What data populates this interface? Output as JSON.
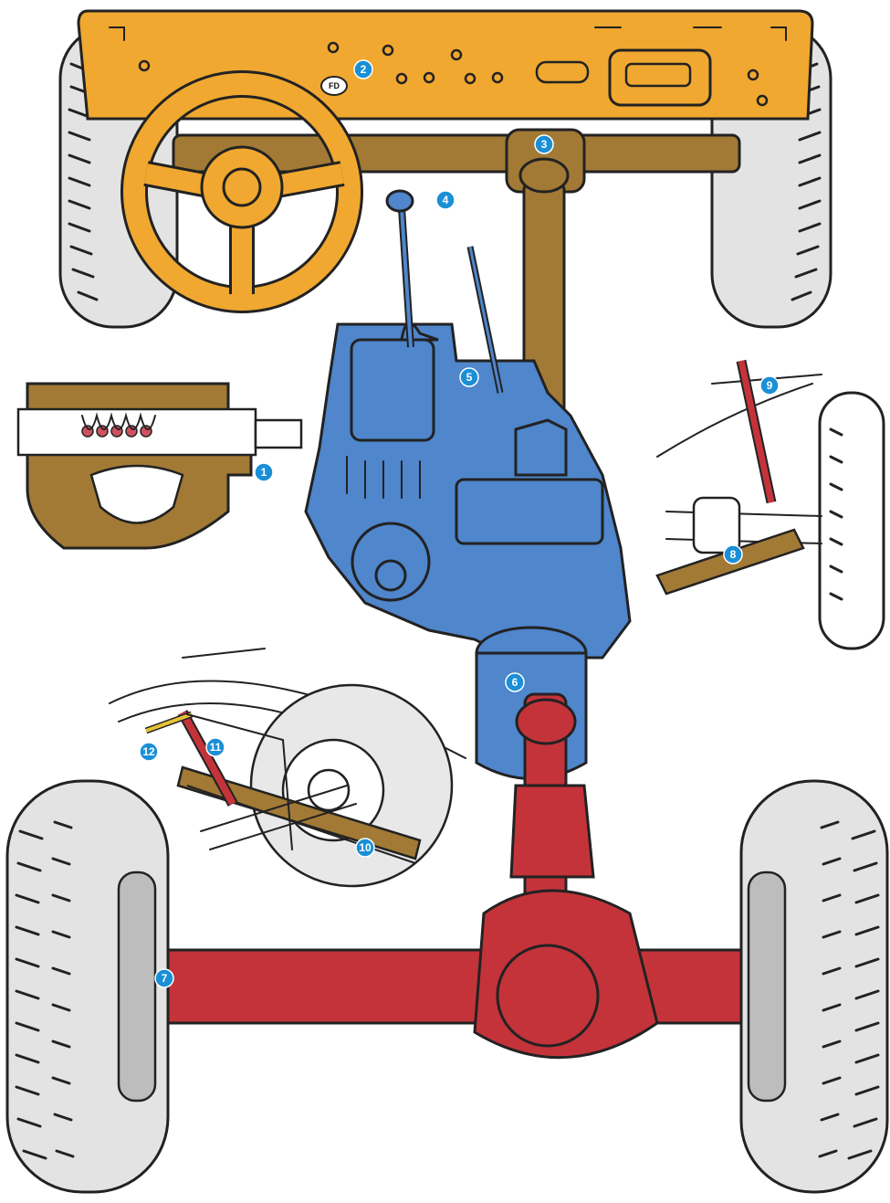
{
  "diagram": {
    "callouts": [
      {
        "id": "1",
        "label": "1"
      },
      {
        "id": "2",
        "label": "2"
      },
      {
        "id": "3",
        "label": "3"
      },
      {
        "id": "4",
        "label": "4"
      },
      {
        "id": "5",
        "label": "5"
      },
      {
        "id": "6",
        "label": "6"
      },
      {
        "id": "7",
        "label": "7"
      },
      {
        "id": "8",
        "label": "8"
      },
      {
        "id": "9",
        "label": "9"
      },
      {
        "id": "10",
        "label": "10"
      },
      {
        "id": "11",
        "label": "11"
      },
      {
        "id": "12",
        "label": "12"
      }
    ],
    "dashboard_badge": "FD",
    "colors": {
      "dashboard_steering": "#f0a830",
      "propeller_shaft": "#a27a35",
      "gearbox": "#4f86cc",
      "rear_axle": "#c4333a",
      "callout": "#1a8fd6",
      "tire": "#e3e3e3"
    }
  }
}
